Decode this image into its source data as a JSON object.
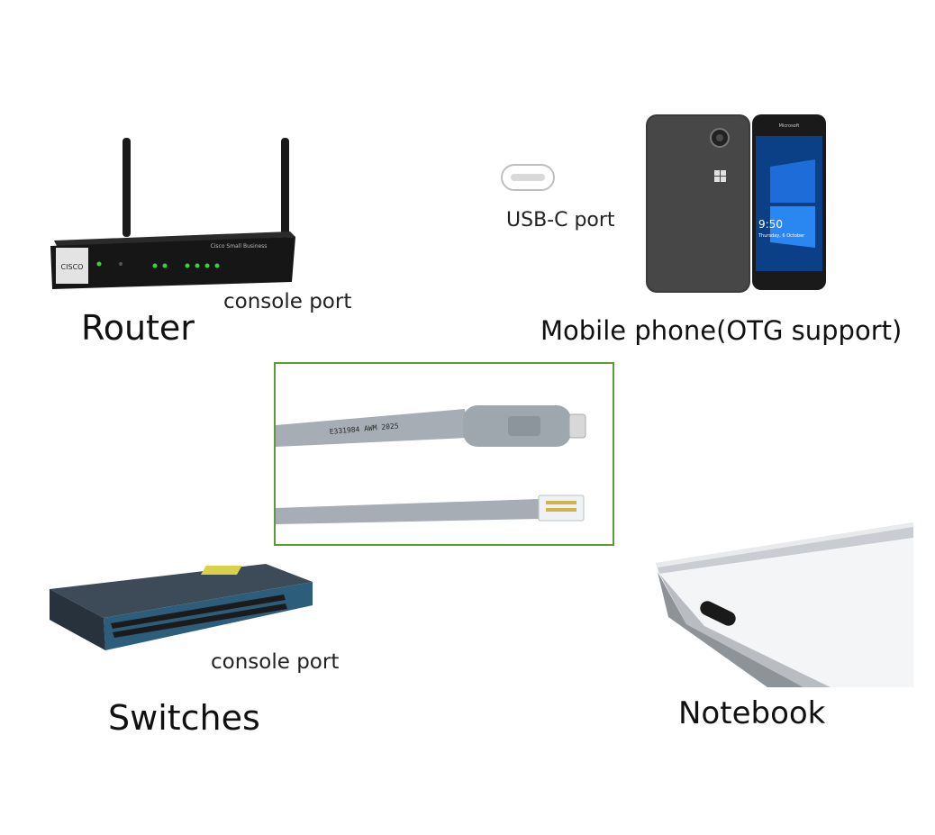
{
  "labels": {
    "router": "Router",
    "router_console": "console port",
    "usbc_port": "USB-C port",
    "mobile": "Mobile phone(OTG support)",
    "switches": "Switches",
    "switch_console": "console port",
    "notebook": "Notebook"
  },
  "device_printing": {
    "router_brand": "Cisco Small Business",
    "router_logo": "CISCO",
    "cable_print": "E331984  AWM  2025",
    "phone_time": "9:50",
    "phone_date": "Thursday, 6 October",
    "phone_brand": "Microsoft"
  },
  "colors": {
    "frame_green": "#5a9e32",
    "cable_gray": "#a6adb5"
  }
}
